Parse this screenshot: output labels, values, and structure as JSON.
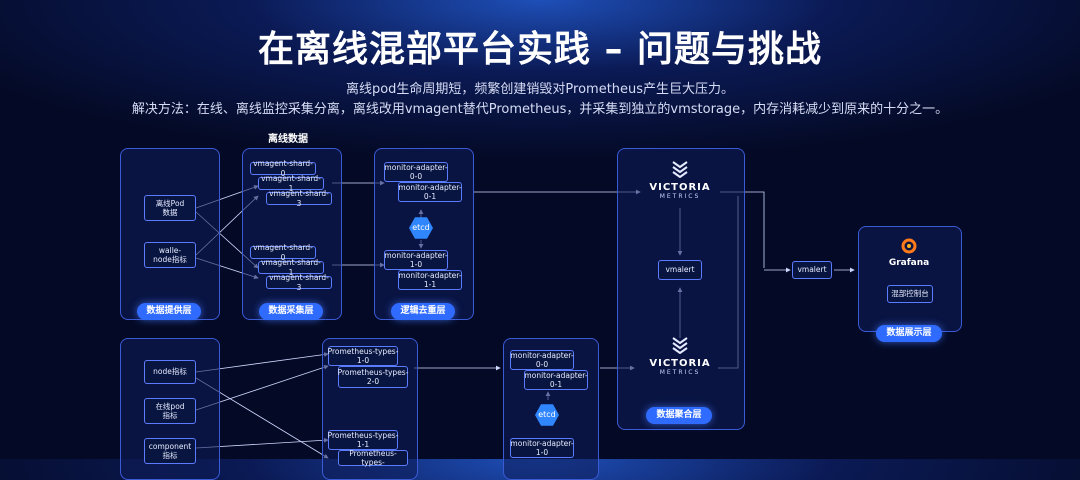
{
  "title": "在离线混部平台实践 – 问题与挑战",
  "subtitle_1": "离线pod生命周期短，频繁创建销毁对Prometheus产生巨大压力。",
  "subtitle_2": "解决方法：在线、离线监控采集分离，离线改用vmagent替代Prometheus，并采集到独立的vmstorage，内存消耗减少到原来的十分之一。",
  "offline_header": "离线数据",
  "sources_top": [
    "离线Pod\n数据",
    "walle-\nnode指标"
  ],
  "sources_bottom": [
    "node指标",
    "在线pod\n指标",
    "component\n指标"
  ],
  "vmagent_group1": [
    "vmagent-shard-0",
    "vmagent-shard-1",
    "vmagent-shard-3"
  ],
  "vmagent_group2": [
    "vmagent-shard-0",
    "vmagent-shard-1",
    "vmagent-shard-3"
  ],
  "adapter_top1": [
    "monitor-adapter-\n0-0",
    "monitor-adapter-\n0-1"
  ],
  "adapter_top2": [
    "monitor-adapter-\n1-0",
    "monitor-adapter-\n1-1"
  ],
  "adapter_bottom1": [
    "monitor-adapter-\n0-0",
    "monitor-adapter-\n0-1"
  ],
  "adapter_bottom2": [
    "monitor-adapter-\n1-0"
  ],
  "prometheus_group1": [
    "Prometheus-types-\n1-0",
    "Prometheus-types-\n2-0"
  ],
  "prometheus_group2": [
    "Prometheus-types-\n1-1",
    "Prometheus-types-"
  ],
  "etcd_label": "etcd",
  "victoria_name": "VICTORIA",
  "victoria_sub": "METRICS",
  "vmalert_label": "vmalert",
  "grafana_name": "Grafana",
  "grafana_sub": "混部控制台",
  "pills": {
    "provider": "数据提供层",
    "collect": "数据采集层",
    "dedup": "逻辑去重层",
    "aggregate": "数据聚合层",
    "display": "数据展示层"
  },
  "colors": {
    "accent": "#2f6bff",
    "border": "#5b7cff",
    "etcd": "#2f86ff"
  }
}
